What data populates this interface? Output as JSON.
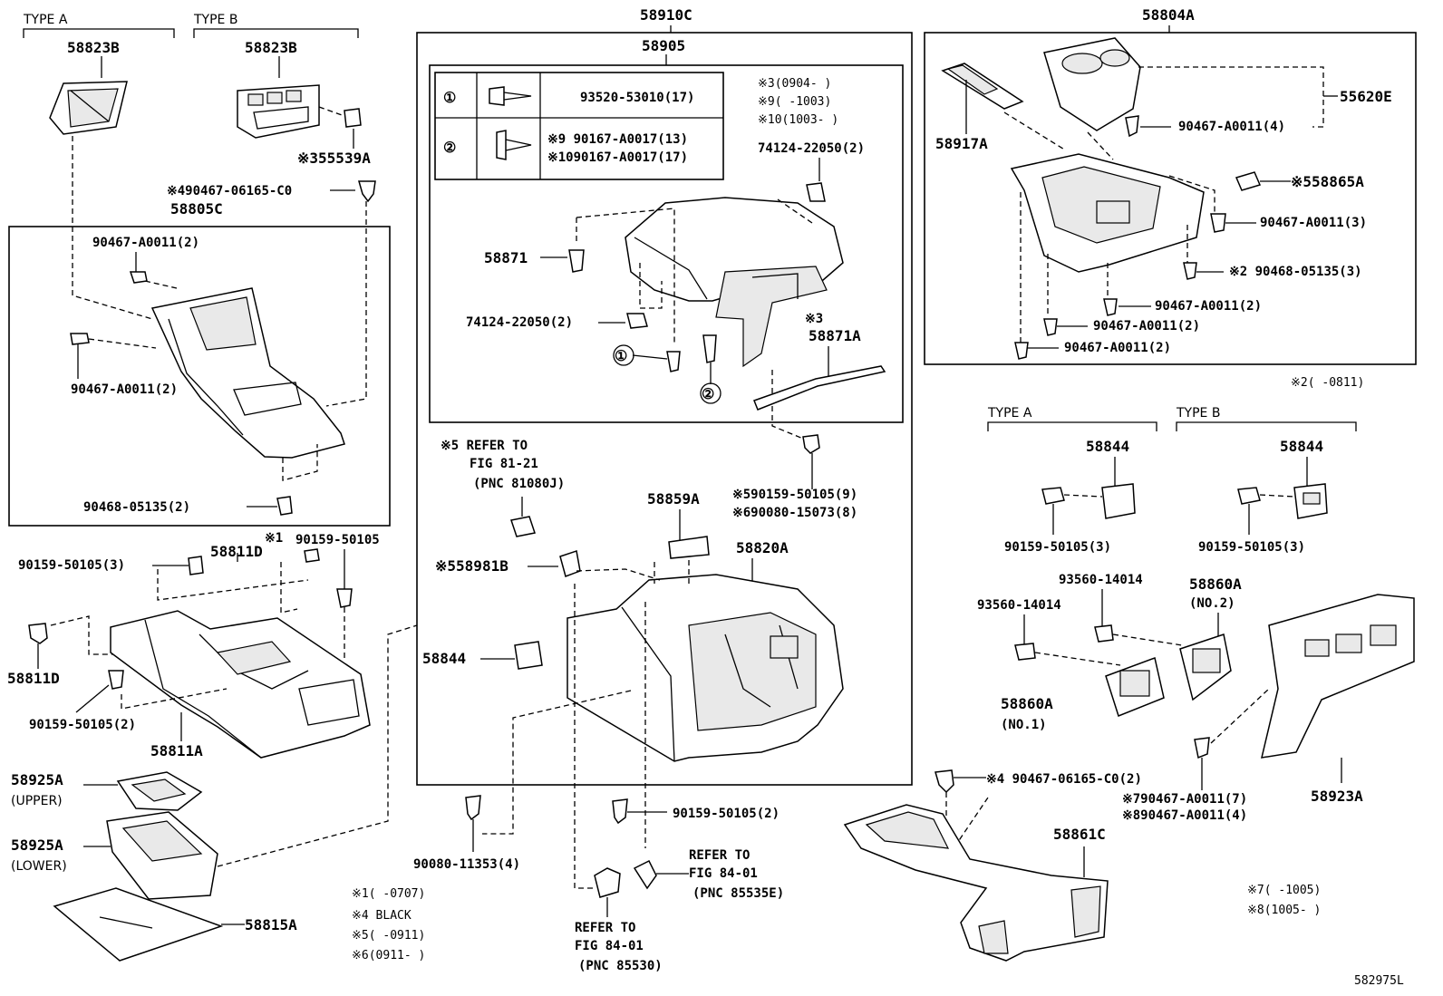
{
  "labels": {
    "type_a_1": "TYPE A",
    "type_b_1": "TYPE B",
    "p58823B_a": "58823B",
    "p58823B_b": "58823B",
    "p55539A": "※355539A",
    "p90467_06165_top": "※490467-06165-C0",
    "p58805C": "58805C",
    "p90467_A0011_2a": "90467-A0011(2)",
    "p90467_A0011_2b": "90467-A0011(2)",
    "p90468_05135_2": "90468-05135(2)",
    "p58910C": "58910C",
    "p58905": "58905",
    "circ1": "①",
    "circ2": "②",
    "screw1_pn": "93520-53010(17)",
    "screw2_pn_a": "※9  90167-A0017(13)",
    "screw2_pn_b": "※1090167-A0017(17)",
    "n3_0904": "※3(0904-   )",
    "n9_1003": "※9(   -1003)",
    "n10_1003": "※10(1003-   )",
    "p74124_a": "74124-22050(2)",
    "p74124_b": "74124-22050(2)",
    "p58871": "58871",
    "p58871A": "58871A",
    "n3_mark": "※3",
    "callout1": "①",
    "callout2": "②",
    "p58804A": "58804A",
    "p55620E": "55620E",
    "p58917A": "58917A",
    "p90467_A0011_4": "90467-A0011(4)",
    "p58865A": "※558865A",
    "p90467_A0011_3": "90467-A0011(3)",
    "p90468_05135_3": "※2 90468-05135(3)",
    "p90467_A0011_2c": "90467-A0011(2)",
    "p90467_A0011_2d": "90467-A0011(2)",
    "p90467_A0011_2e": "90467-A0011(2)",
    "n2_0811": "※2(   -0811)",
    "ref5_a": "※5 REFER TO",
    "ref5_b": "FIG 81-21",
    "ref5_c": "(PNC 81080J)",
    "p90159_50105_9": "※590159-50105(9)",
    "p90080_15073_8": "※690080-15073(8)",
    "p58859A": "58859A",
    "p58981B": "※558981B",
    "p58820A": "58820A",
    "p58844_c": "58844",
    "type_a_2": "TYPE A",
    "type_b_2": "TYPE B",
    "p58844_a": "58844",
    "p58844_b": "58844",
    "p90159_50105_3a": "90159-50105(3)",
    "p90159_50105_3b": "90159-50105(3)",
    "p93560_a": "93560-14014",
    "p93560_b": "93560-14014",
    "p58860A_2": "58860A",
    "p58860A_2n": "(NO.2)",
    "p58860A_1": "58860A",
    "p58860A_1n": "(NO.1)",
    "p58923A": "58923A",
    "p90467_A0011_7": "※790467-A0011(7)",
    "p90467_A0011_4b": "※890467-A0011(4)",
    "p90467_06165_2": "※4 90467-06165-C0(2)",
    "p58861C": "58861C",
    "n1_mark": "※1",
    "p90159_50105_top": "90159-50105",
    "p90159_50105_3c": "90159-50105(3)",
    "p58811D_a": "58811D",
    "p58811D_b": "58811D",
    "p90159_50105_2a": "90159-50105(2)",
    "p58811A": "58811A",
    "p58925A_u": "58925A",
    "p58925A_un": "(UPPER)",
    "p58925A_l": "58925A",
    "p58925A_ln": "(LOWER)",
    "p58815A": "58815A",
    "p90080_11353": "90080-11353(4)",
    "p90159_50105_2b": "90159-50105(2)",
    "ref_8401a_a": "REFER TO",
    "ref_8401a_b": "FIG 84-01",
    "ref_8401a_c": "(PNC 85535E)",
    "ref_8401b_a": "REFER TO",
    "ref_8401b_b": "FIG 84-01",
    "ref_8401b_c": "(PNC 85530)",
    "fn1": "※1(   -0707)",
    "fn4": "※4 BLACK",
    "fn5": "※5(   -0911)",
    "fn6": "※6(0911-   )",
    "fn7": "※7(   -1005)",
    "fn8": "※8(1005-   )",
    "fig_id": "582975L"
  }
}
